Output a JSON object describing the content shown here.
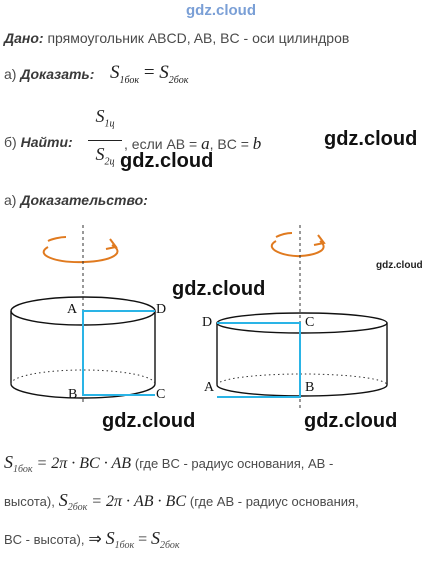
{
  "watermarks": {
    "top": "gdz.cloud",
    "main": "gdz.cloud",
    "small": "gdz.cloud"
  },
  "given": {
    "label": "Дано:",
    "text": "прямоугольник ABCD, AB, BC - оси цилиндров"
  },
  "prove": {
    "prefix": "а)",
    "label": "Доказать:",
    "lhs": "S",
    "lhs_sub": "1бок",
    "eq": "=",
    "rhs": "S",
    "rhs_sub": "2бок"
  },
  "find": {
    "prefix": "б)",
    "label": "Найти:",
    "num": "S",
    "num_sub": "1ц",
    "den": "S",
    "den_sub": "2ц",
    "cond_text1": ", если AB = ",
    "cond_a": "a",
    "cond_text2": ", BC = ",
    "cond_b": "b"
  },
  "proof": {
    "prefix": "а)",
    "label": "Доказательство:"
  },
  "figure": {
    "left_labels": {
      "A": "A",
      "B": "B",
      "C": "C",
      "D": "D"
    },
    "right_labels": {
      "A": "A",
      "B": "B",
      "C": "C",
      "D": "D"
    },
    "rect_color": "#2ab4e6",
    "arrow_color": "#e07a1f"
  },
  "formula": {
    "line1_S": "S",
    "line1_sub": "1бок",
    "line1_expr": "= 2π · BC · AB",
    "line1_note": "(где BC - радиус основания, AB -",
    "line2_a": "высота),",
    "line2_S": "S",
    "line2_sub": "2бок",
    "line2_expr": "= 2π · AB · BC",
    "line2_note": "(где AB - радиус основания,",
    "line3_a": "BC - высота),",
    "line3_arrow": "⇒",
    "line3_S1": "S",
    "line3_sub1": "1бок",
    "line3_eq": "=",
    "line3_S2": "S",
    "line3_sub2": "2бок"
  }
}
